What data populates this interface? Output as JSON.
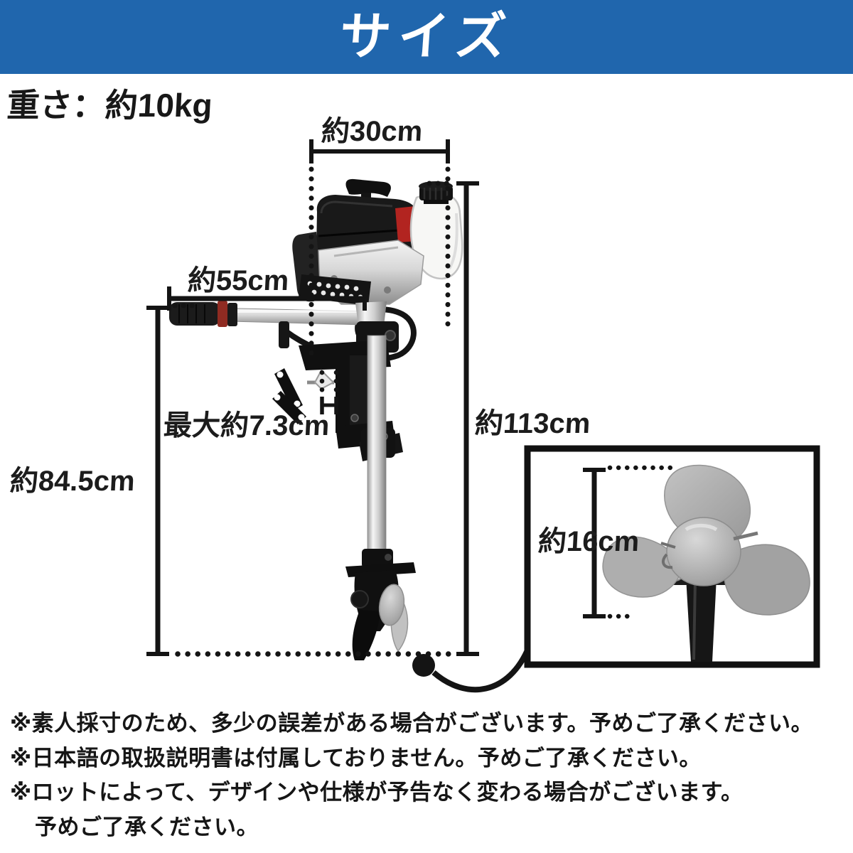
{
  "header": {
    "title": "サイズ",
    "bg_color": "#2066ad"
  },
  "weight_label": "重さ：約10kg",
  "dimensions": {
    "engine_width": "約30cm",
    "handle_length": "約55cm",
    "clamp_opening_max": "最大約7.3cm",
    "total_height": "約113cm",
    "shaft_height": "約84.5cm",
    "propeller_diameter": "約16cm"
  },
  "notes": [
    "※素人採寸のため、多少の誤差がある場合がございます。予めご了承ください。",
    "※日本語の取扱説明書は付属しておりません。予めご了承ください。",
    "※ロットによって、デザインや仕様が予告なく変わる場合がございます。",
    "予めご了承ください。"
  ],
  "colors": {
    "header_bg": "#2066ad",
    "line_color": "#141414",
    "engine_red": "#b22420",
    "propeller_gray": "#aeaeae"
  }
}
